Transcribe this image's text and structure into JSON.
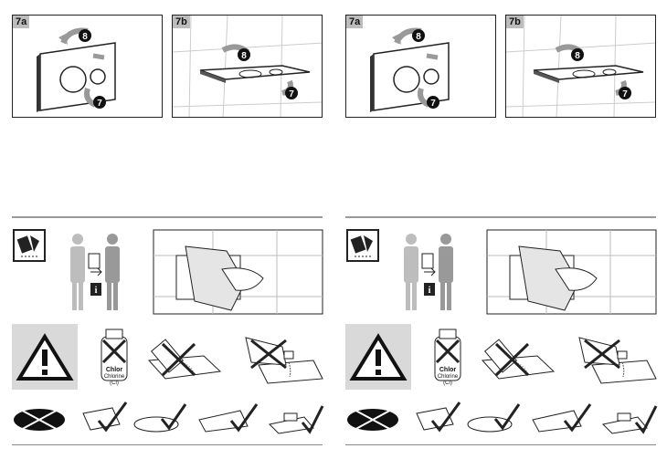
{
  "panels": {
    "a_label": "7a",
    "b_label": "7b",
    "step_8": "8",
    "step_7": "7"
  },
  "warnings": {
    "chlorine_label_line1": "Chlor",
    "chlorine_label_line2": "Chlorine",
    "chlorine_label_line3": "(Cl)"
  },
  "colors": {
    "line": "#222222",
    "gray_fill": "#d9d9d9",
    "person_gray": "#9e9e9e",
    "rule": "#999999"
  }
}
